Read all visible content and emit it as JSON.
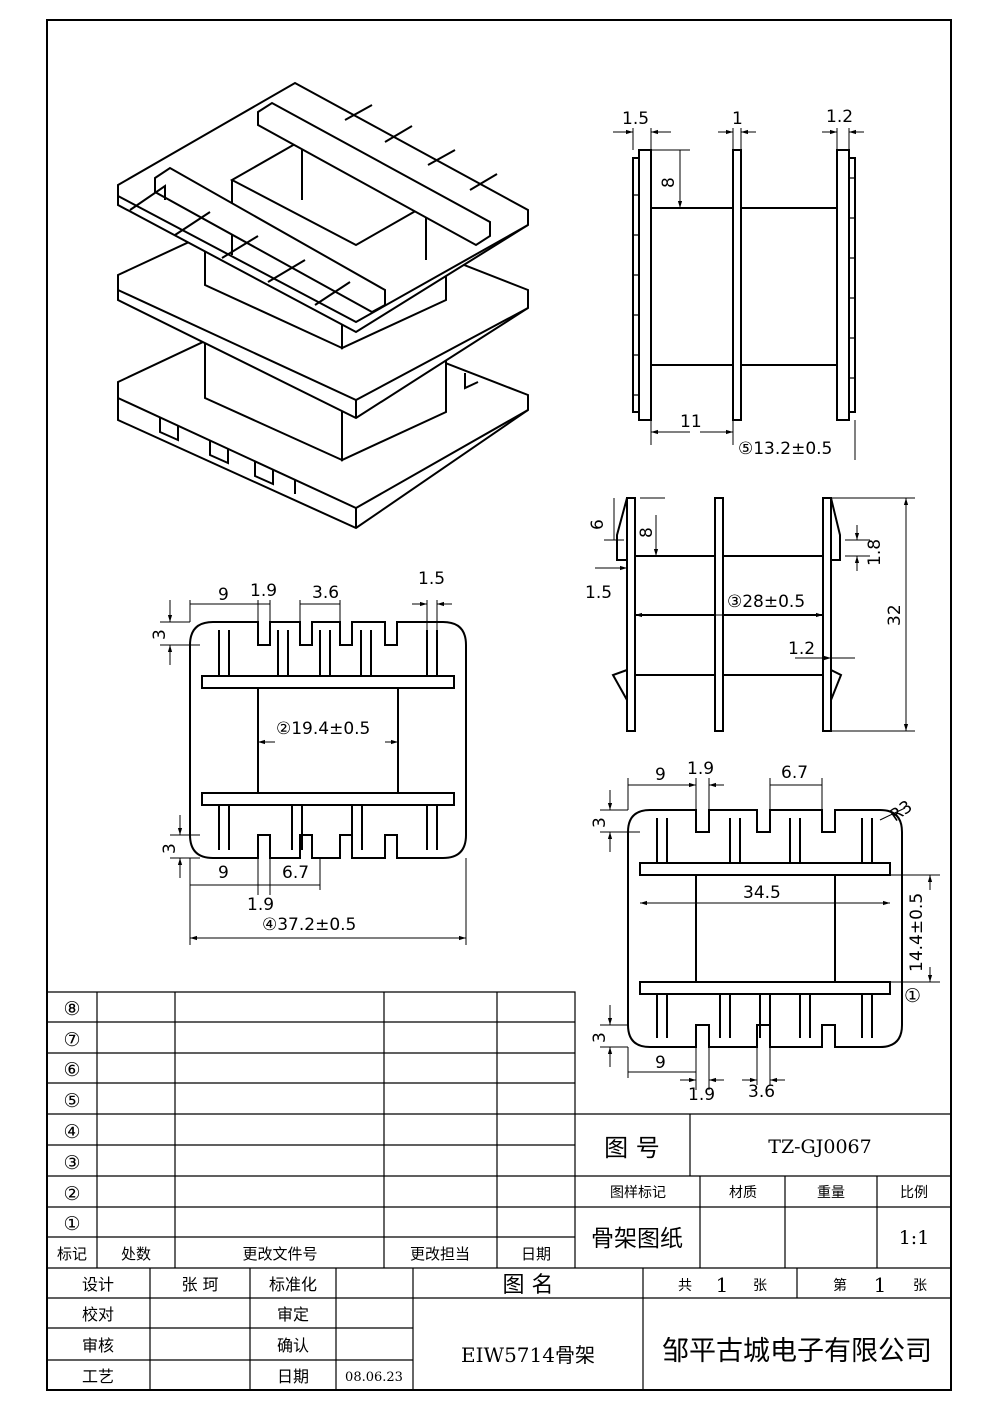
{
  "dimensions": {
    "top_right_flange_thickness_a": "1.5",
    "top_right_flange_thickness_b": "1",
    "top_right_flange_thickness_c": "1.2",
    "top_right_slot_depth": "8",
    "top_right_section_width": "11",
    "top_right_total_width": "⑤13.2±0.5",
    "mid_right_slot_depth": "8",
    "mid_right_small_depth": "6",
    "mid_right_flange": "1.5",
    "mid_right_total_height": "32",
    "mid_right_pin_gap": "1.8",
    "mid_right_width": "③28±0.5",
    "mid_right_pin_small": "1.2",
    "left_offset": "9",
    "left_slot_width": "1.9",
    "left_pitch": "3.6",
    "left_pin_width": "1.5",
    "left_depth_top": "3",
    "left_window": "②19.4±0.5",
    "left_depth_bottom": "3",
    "left_bottom_offset": "9",
    "left_bottom_pitch": "6.7",
    "left_bottom_slot": "1.9",
    "left_total_width": "④37.2±0.5",
    "br_offset": "9",
    "br_slot": "1.9",
    "br_pitch": "6.7",
    "br_radius": "R3",
    "br_depth_top": "3",
    "br_inner_width": "34.5",
    "br_window_height": "14.4±0.5",
    "br_ref": "①",
    "br_depth_bottom": "3",
    "br_bottom_offset": "9",
    "br_bottom_slot": "1.9",
    "br_bottom_pitch": "3.6"
  },
  "revision_table": {
    "rows": [
      "⑧",
      "⑦",
      "⑥",
      "⑤",
      "④",
      "③",
      "②",
      "①"
    ],
    "headers": [
      "标记",
      "处数",
      "更改文件号",
      "更改担当",
      "日期"
    ]
  },
  "title_block": {
    "drawing_no_label": "图 号",
    "drawing_no": "TZ-GJ0067",
    "mark_label": "图样标记",
    "material_label": "材质",
    "weight_label": "重量",
    "scale_label": "比例",
    "drawing_type": "骨架图纸",
    "scale": "1:1",
    "design_label": "设计",
    "designer": "张 珂",
    "standard_label": "标准化",
    "name_label": "图  名",
    "total_label": "共",
    "total_value": "1",
    "sheet_unit": "张",
    "page_label": "第",
    "page_value": "1",
    "page_unit": "张",
    "check_label": "校对",
    "approve_label": "审定",
    "review_label": "审核",
    "confirm_label": "确认",
    "process_label": "工艺",
    "date_label": "日期",
    "date_value": "08.06.23",
    "part_name": "EIW5714骨架",
    "company": "邹平古城电子有限公司"
  }
}
